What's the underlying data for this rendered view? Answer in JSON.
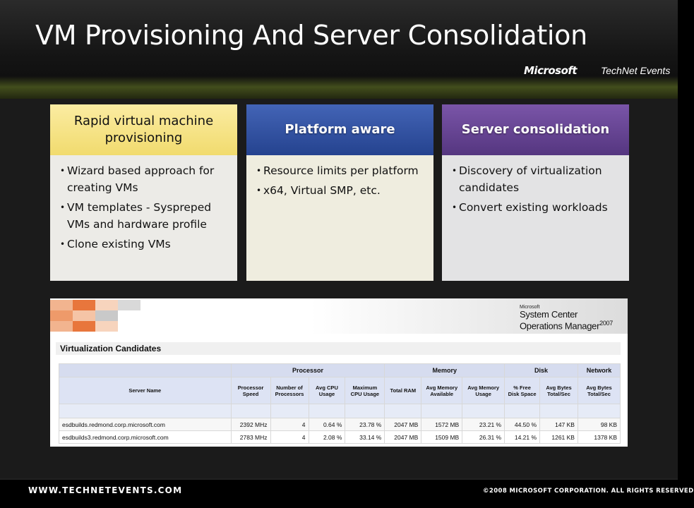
{
  "slide": {
    "title": "VM Provisioning And Server Consolidation",
    "brand_microsoft": "Microsoft",
    "brand_technet": "TechNet Events",
    "footer_url": "WWW.TECHNETEVENTS.COM",
    "footer_copyright": "©2008 MICROSOFT CORPORATION. ALL RIGHTS RESERVED"
  },
  "columns": [
    {
      "heading": "Rapid virtual machine provisioning",
      "bullets": [
        "Wizard based approach for creating VMs",
        "VM templates - Syspreped VMs and hardware profile",
        "Clone existing VMs"
      ]
    },
    {
      "heading": "Platform aware",
      "bullets": [
        "Resource limits per platform",
        "x64,  Virtual SMP, etc."
      ]
    },
    {
      "heading": "Server consolidation",
      "bullets": [
        "Discovery of virtualization candidates",
        "Convert existing workloads"
      ]
    }
  ],
  "report": {
    "brand_small": "Microsoft",
    "brand_line1": "System Center",
    "brand_line2": "Operations Manager",
    "brand_year": "2007",
    "section_title": "Virtualization Candidates",
    "groups": [
      "Processor",
      "Memory",
      "Disk",
      "Network"
    ],
    "columns": [
      "Server Name",
      "Processor Speed",
      "Number of Processors",
      "Avg CPU Usage",
      "Maximum CPU Usage",
      "Total RAM",
      "Avg Memory Available",
      "Avg Memory Usage",
      "% Free Disk Space",
      "Avg Bytes Total/Sec",
      "Avg Bytes Total/Sec"
    ],
    "rows": [
      [
        "esdbuilds.redmond.corp.microsoft.com",
        "2392 MHz",
        "4",
        "0.64 %",
        "23.78 %",
        "2047 MB",
        "1572 MB",
        "23.21 %",
        "44.50 %",
        "147 KB",
        "98 KB"
      ],
      [
        "esdbuilds3.redmond.corp.microsoft.com",
        "2783 MHz",
        "4",
        "2.08 %",
        "33.14 %",
        "2047 MB",
        "1509 MB",
        "26.31 %",
        "14.21 %",
        "1261 KB",
        "1378 KB"
      ]
    ],
    "tile_colors": [
      "#f2b48f",
      "#e8763c",
      "#f7d4bd",
      "#d9d9d9",
      "#ee9a6a",
      "#f5c4a6",
      "#c9c9c9"
    ]
  }
}
